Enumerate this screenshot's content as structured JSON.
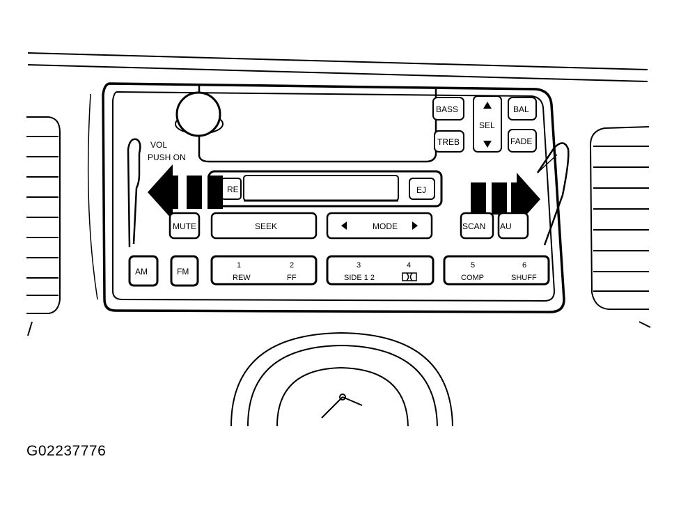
{
  "radio": {
    "volume_label": "VOL",
    "push_on_label": "PUSH ON",
    "buttons": {
      "bass": "BASS",
      "bal": "BAL",
      "sel": "SEL",
      "treb": "TREB",
      "fade": "FADE",
      "rew_small": "RE",
      "ej": "EJ",
      "mute": "MUTE",
      "seek": "SEEK",
      "mode": "MODE",
      "scan": "SCAN",
      "au": "AU",
      "am": "AM",
      "fm": "FM"
    },
    "presets": [
      {
        "num": "1",
        "label": "REW"
      },
      {
        "num": "2",
        "label": "FF"
      },
      {
        "num": "3",
        "label": "SIDE 1 2"
      },
      {
        "num": "4",
        "label": "DD"
      },
      {
        "num": "5",
        "label": "COMP"
      },
      {
        "num": "6",
        "label": "SHUFF"
      }
    ]
  },
  "figure_id": "G02237776"
}
